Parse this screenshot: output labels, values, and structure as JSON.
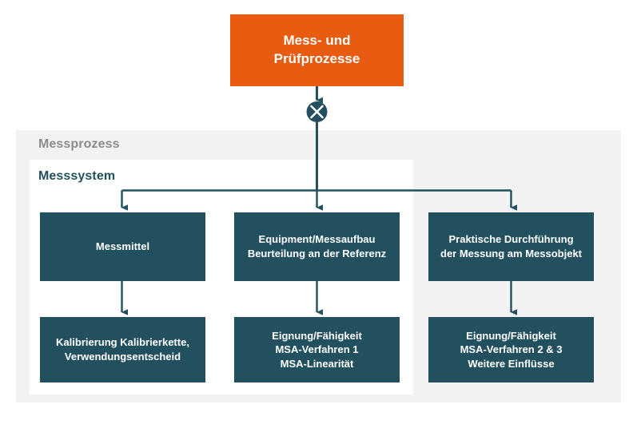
{
  "diagram": {
    "title_node": {
      "label": "Mess- und Prüfprozesse",
      "line1": "Mess- und",
      "line2": "Prüfprozesse",
      "color": "#e85c12"
    },
    "junction": {
      "icon": "circle-x-icon",
      "color": "#22505f"
    },
    "groups": [
      {
        "id": "messprozess",
        "label": "Messprozess",
        "color": "#8c8c8c",
        "background": "#f2f2f2"
      },
      {
        "id": "messsystem",
        "label": "Messsystem",
        "color": "#22505f",
        "background": "#ffffff"
      }
    ],
    "node_color": "#22505f",
    "connector_color": "#22505f",
    "columns": [
      {
        "id": "col-1",
        "middle": {
          "label": "Messmittel",
          "lines": [
            "Messmittel"
          ]
        },
        "bottom": {
          "label": "Kalibrierung Kalibrierkette, Verwendungsentscheid",
          "lines": [
            "Kalibrierung Kalibrierkette,",
            "Verwendungsentscheid"
          ]
        }
      },
      {
        "id": "col-2",
        "middle": {
          "label": "Equipment/Messaufbau Beurteilung an der Referenz",
          "lines": [
            "Equipment/Messaufbau",
            "Beurteilung an der Referenz"
          ]
        },
        "bottom": {
          "label": "Eignung/Fähigkeit MSA-Verfahren 1 MSA-Linearität",
          "lines": [
            "Eignung/Fähigkeit",
            "MSA-Verfahren 1",
            "MSA-Linearität"
          ]
        }
      },
      {
        "id": "col-3",
        "middle": {
          "label": "Praktische Durchführung der Messung am Messobjekt",
          "lines": [
            "Praktische Durchführung",
            "der Messung am Messobjekt"
          ]
        },
        "bottom": {
          "label": "Eignung/Fähigkeit MSA-Verfahren 2 & 3 Weitere Einflüsse",
          "lines": [
            "Eignung/Fähigkeit",
            "MSA-Verfahren 2 & 3",
            "Weitere Einflüsse"
          ]
        }
      }
    ]
  }
}
